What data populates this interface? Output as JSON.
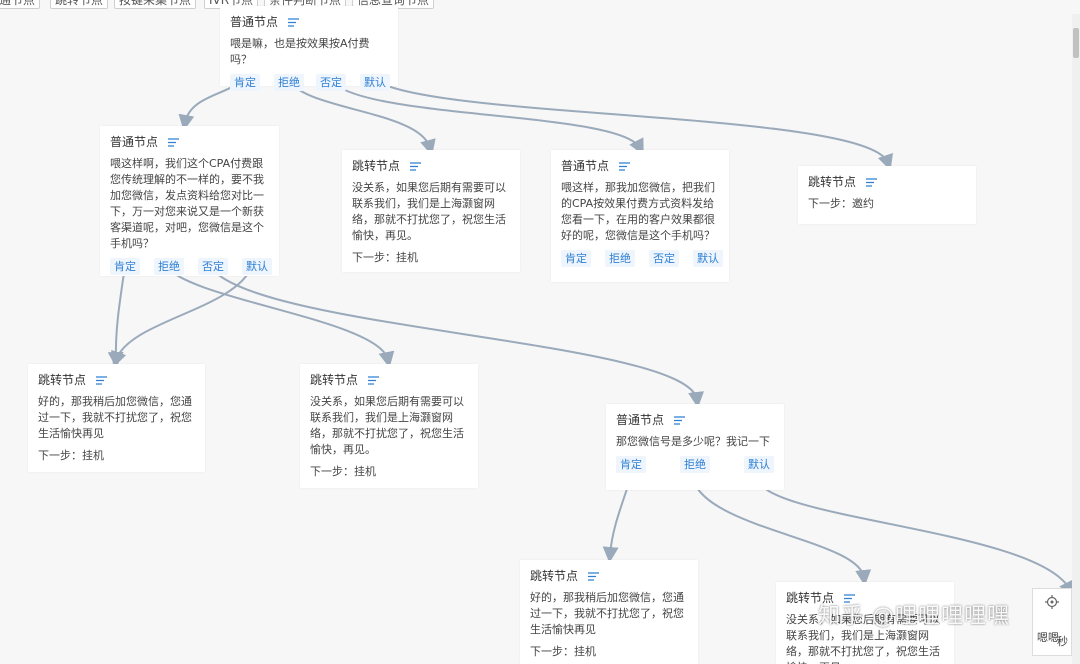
{
  "toolbar": {
    "buttons": [
      "通节点",
      "跳转节点",
      "按键采集节点",
      "IVR节点",
      "条件判断节点",
      "信息查询节点"
    ]
  },
  "common": {
    "normal_node_title": "普通节点",
    "jump_node_title": "跳转节点",
    "option_yes": "肯定",
    "option_no": "拒绝",
    "option_neg": "否定",
    "option_default": "默认"
  },
  "nodes": {
    "n1": {
      "text": "喂是嘛，也是按效果按A付费吗？"
    },
    "n2": {
      "text": "喂这样啊，我们这个CPA付费跟您传统理解的不一样的，要不我加您微信，发点资料给您对比一下，万一对您来说又是一个新获客渠道呢，对吧，您微信是这个手机吗？"
    },
    "n3": {
      "text": "没关系，如果您后期有需要可以联系我们，我们是上海灏窗网络，那就不打扰您了，祝您生活愉快，再见。",
      "next": "下一步：挂机"
    },
    "n4": {
      "text": "喂这样，那我加您微信，把我们的CPA按效果付费方式资料发给您看一下，在用的客户效果都很好的呢，您微信是这个手机吗？"
    },
    "n5": {
      "next": "下一步：邀约"
    },
    "n6": {
      "text": "好的，那我稍后加您微信，您通过一下，我就不打扰您了，祝您生活愉快再见",
      "next": "下一步：挂机"
    },
    "n7": {
      "text": "没关系，如果您后期有需要可以联系我们，我们是上海灏窗网络，那就不打扰您了，祝您生活愉快，再见。",
      "next": "下一步：挂机"
    },
    "n8": {
      "text": "那您微信号是多少呢？我记一下"
    },
    "n9": {
      "text": "好的，那我稍后加您微信，您通过一下，我就不打扰您了，祝您生活愉快再见",
      "next": "下一步：挂机"
    },
    "n10": {
      "text": "没关系，如果您后期有需要可以联系我们，我们是上海灏窗网络，那就不打扰您了，祝您生活愉快，再见。"
    }
  },
  "watermark": "知乎 @哩哩哩哩嘿",
  "side_panel": {
    "t1": "嗯嗯",
    "t2": "秒"
  },
  "colors": {
    "link": "#2f7fd4",
    "edge": "#9aaabb",
    "background": "#f7f7f7"
  }
}
